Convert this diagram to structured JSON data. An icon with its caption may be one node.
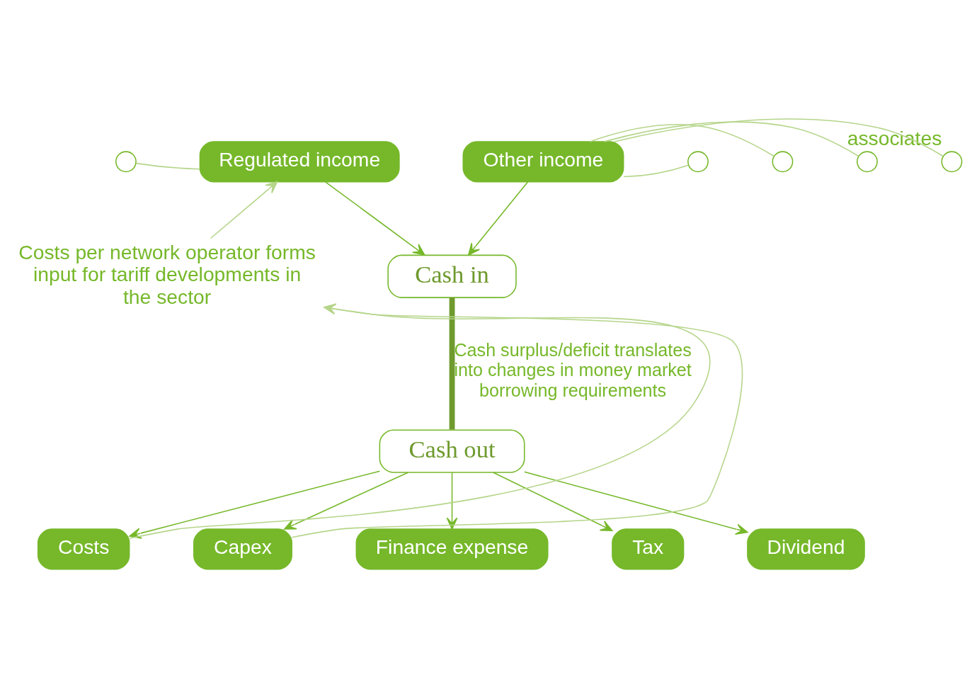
{
  "diagram": {
    "nodes": [
      {
        "text": [
          "Regulated income"
        ]
      },
      {
        "text": [
          "Other income"
        ]
      },
      {
        "text": [
          "Cash in"
        ]
      },
      {
        "text": [
          "Cash out"
        ]
      },
      {
        "text": [
          "Costs per network operator forms input for tariff developments in the sector"
        ]
      },
      {
        "text": [
          "Costs"
        ]
      },
      {
        "text": [
          "Capex"
        ]
      },
      {
        "text": [
          "Finance expense"
        ]
      },
      {
        "text": [
          "Tax"
        ]
      },
      {
        "text": [
          "Dividend"
        ]
      },
      {
        "text": [],
        "shape": "circle"
      },
      {
        "text": [],
        "shape": "circle"
      },
      {
        "text": [],
        "shape": "circle"
      },
      {
        "text": [],
        "shape": "circle"
      },
      {
        "text": [],
        "shape": "circle",
        "beside": [
          "associates"
        ]
      }
    ],
    "edges": [
      {
        "from": 10,
        "to": 0,
        "arrow": "none",
        "color": "#b5d58a"
      },
      {
        "from": 1,
        "to": 11,
        "arrow": "none",
        "color": "#b5d58a"
      },
      {
        "from": 1,
        "to": 12,
        "arrow": "none",
        "color": "#b5d58a"
      },
      {
        "from": 1,
        "to": 13,
        "arrow": "none",
        "color": "#b5d58a"
      },
      {
        "from": 1,
        "to": 14,
        "arrow": "none",
        "color": "#b5d58a"
      },
      {
        "from": 0,
        "to": 2,
        "arrow": "to",
        "color": "#76b82a"
      },
      {
        "from": 1,
        "to": 2,
        "arrow": "to",
        "color": "#76b82a"
      },
      {
        "from": 2,
        "to": 3,
        "arrow": "none",
        "style": "thick",
        "color": "#6f9a2e",
        "label": "Cash surplus/deficit translates into changes in money market borrowing requirements"
      },
      {
        "from": 3,
        "to": 5,
        "arrow": "to",
        "color": "#76b82a"
      },
      {
        "from": 3,
        "to": 6,
        "arrow": "to",
        "color": "#76b82a"
      },
      {
        "from": 3,
        "to": 7,
        "arrow": "to",
        "color": "#76b82a"
      },
      {
        "from": 3,
        "to": 8,
        "arrow": "to",
        "color": "#76b82a"
      },
      {
        "from": 3,
        "to": 9,
        "arrow": "to",
        "color": "#76b82a"
      },
      {
        "from": 5,
        "to": 4,
        "arrow": "to",
        "color": "#b5d58a"
      },
      {
        "from": 6,
        "to": 4,
        "arrow": "to",
        "color": "#b5d58a"
      },
      {
        "from": 4,
        "to": 0,
        "arrow": "to",
        "color": "#b5d58a"
      }
    ]
  }
}
